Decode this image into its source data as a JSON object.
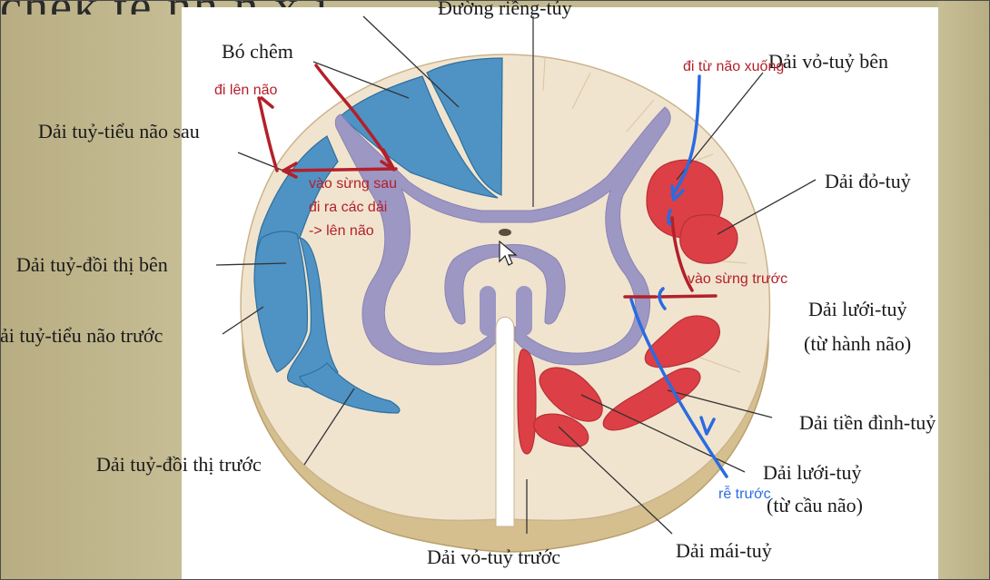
{
  "header_fragment": "chek te nh n x i",
  "labels": {
    "top_midline": "Đường riềng-tủy",
    "bo_chem": "Bó chêm",
    "dai_tuy_tieu_nao_sau": "Dải tuỷ-tiểu não sau",
    "dai_tuy_doi_thi_ben": "Dải tuỷ-đồi thị bên",
    "dai_tuy_tieu_nao_truoc": "ải tuỷ-tiểu não trước",
    "dai_tuy_doi_thi_truoc": "Dải tuỷ-đồi thị trước",
    "dai_vo_tuy_truoc": "Dải vỏ-tuỷ trước",
    "dai_mai_tuy": "Dải mái-tuỷ",
    "dai_luoi_tuy_cau_nao_1": "Dải lưới-tuỷ",
    "dai_luoi_tuy_cau_nao_2": "(từ cầu não)",
    "dai_tien_dinh_tuy": "Dải tiền đình-tuỷ",
    "dai_luoi_tuy_hanh_nao_1": "Dải lưới-tuỷ",
    "dai_luoi_tuy_hanh_nao_2": "(từ hành não)",
    "dai_do_tuy": "Dải đỏ-tuỷ",
    "dai_vo_tuy_ben": "Dải vỏ-tuỷ bên"
  },
  "annotations": {
    "di_len_nao": "đi lên não",
    "vao_sung_sau_1": "vào sừng sau",
    "vao_sung_sau_2": "đi ra các dải",
    "vao_sung_sau_3": "-> lên não",
    "di_tu_nao_xuong": "đi từ não xuống",
    "vao_sung_truoc": "vào sừng trước",
    "re_truoc": "rễ trước"
  },
  "colors": {
    "ascending_tracts": "#4f93c4",
    "descending_tracts": "#dc3f45",
    "gray_matter": "#9d97c4",
    "white_matter": "#f1e4cf",
    "cord_side": "#d7c293",
    "annotation_red": "#b3202a",
    "annotation_blue": "#2a6be0"
  }
}
